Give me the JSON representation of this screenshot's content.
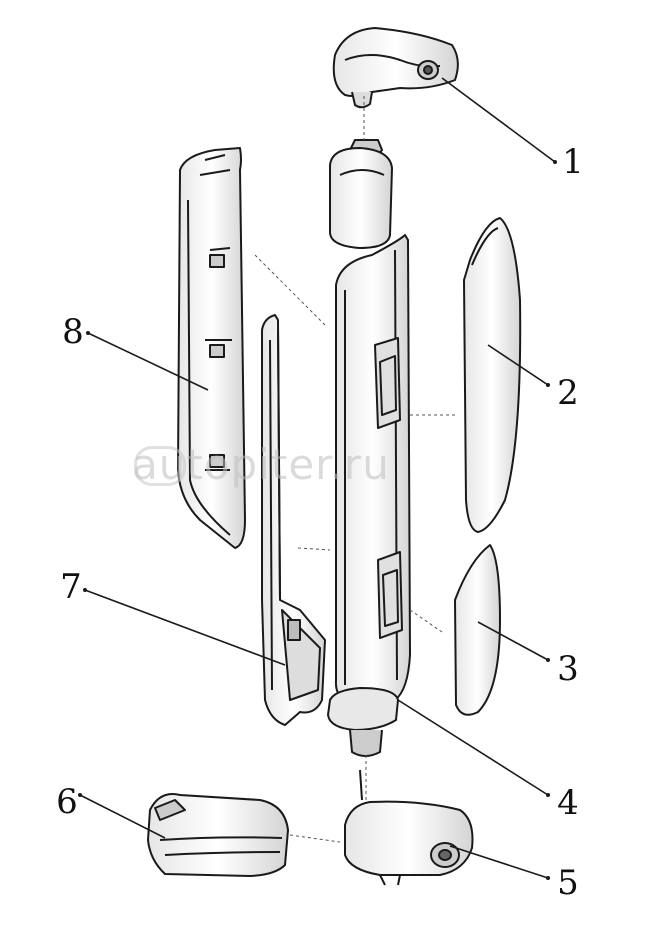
{
  "diagram": {
    "callouts": [
      {
        "id": "1",
        "label": "1"
      },
      {
        "id": "2",
        "label": "2"
      },
      {
        "id": "3",
        "label": "3"
      },
      {
        "id": "4",
        "label": "4"
      },
      {
        "id": "5",
        "label": "5"
      },
      {
        "id": "6",
        "label": "6"
      },
      {
        "id": "7",
        "label": "7"
      },
      {
        "id": "8",
        "label": "8"
      }
    ],
    "watermark": "autopiter.ru",
    "colors": {
      "line": "#1a1a1a",
      "fill": "#ffffff",
      "shade": "#d9d9d9",
      "watermark": "#bfbfbf"
    }
  }
}
